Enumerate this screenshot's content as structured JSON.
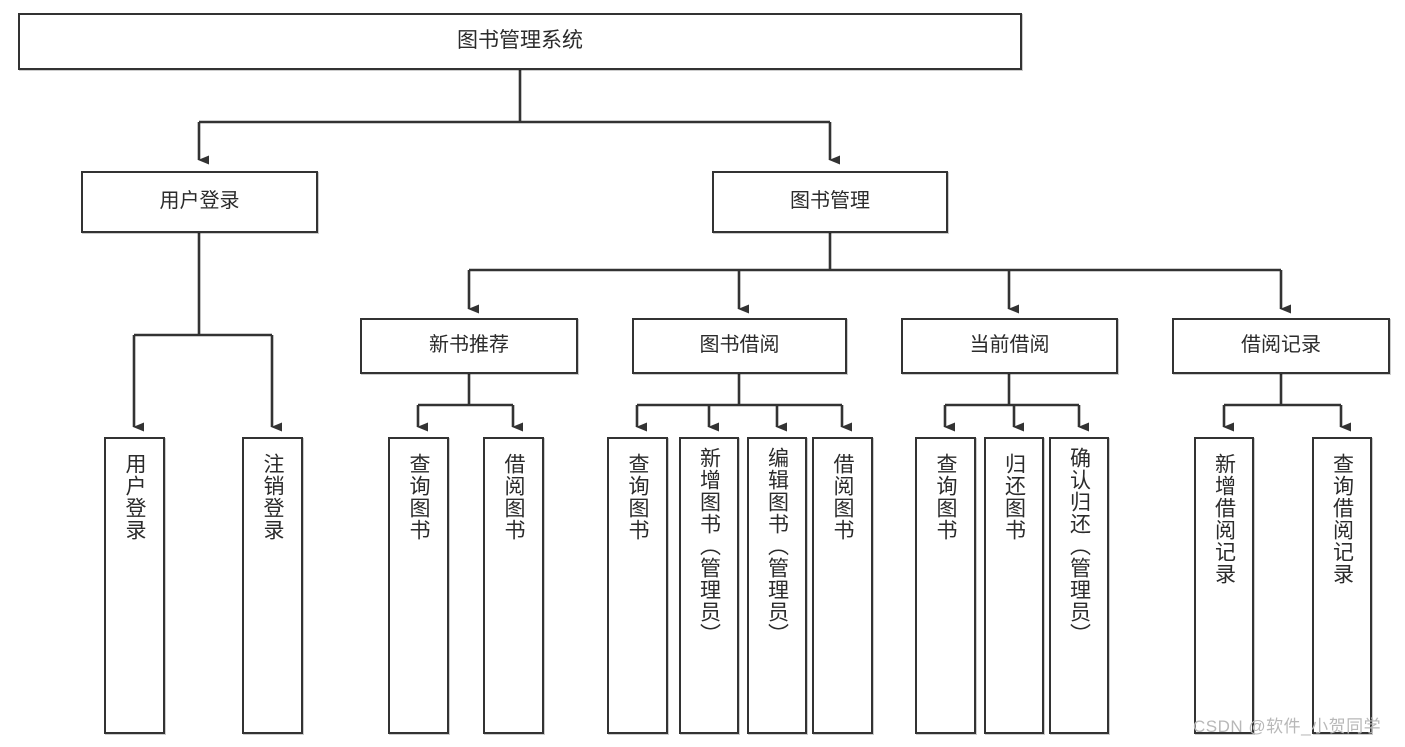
{
  "diagram": {
    "type": "tree-hierarchy-diagram",
    "title": "图书管理系统",
    "style": {
      "box_border": "#333333",
      "box_fill": "#ffffff",
      "text_color": "#2b2b2b",
      "connector_color": "#333333",
      "canvas": "#ffffff",
      "watermark_color": "#b8b8b8"
    },
    "watermark": "CSDN @软件_小贺同学",
    "levels": 3,
    "nodes": {
      "root": {
        "label": "图书管理系统"
      },
      "level1": [
        {
          "id": "user-login",
          "label": "用户登录"
        },
        {
          "id": "book-management",
          "label": "图书管理"
        }
      ],
      "level2": [
        {
          "id": "new-book-recommend",
          "label": "新书推荐",
          "parent": "book-management"
        },
        {
          "id": "book-borrow",
          "label": "图书借阅",
          "parent": "book-management"
        },
        {
          "id": "current-borrow",
          "label": "当前借阅",
          "parent": "book-management"
        },
        {
          "id": "borrow-record",
          "label": "借阅记录",
          "parent": "book-management"
        }
      ],
      "leaves": [
        {
          "id": "leaf-user-login",
          "label": "用户登录",
          "parent": "user-login"
        },
        {
          "id": "leaf-logout-login",
          "label": "注销登录",
          "parent": "user-login"
        },
        {
          "id": "leaf-query-book-1",
          "label": "查询图书",
          "parent": "new-book-recommend"
        },
        {
          "id": "leaf-borrow-book-1",
          "label": "借阅图书",
          "parent": "new-book-recommend"
        },
        {
          "id": "leaf-query-book-2",
          "label": "查询图书",
          "parent": "book-borrow"
        },
        {
          "id": "leaf-add-book",
          "label": "新增图书（管理员）",
          "parent": "book-borrow"
        },
        {
          "id": "leaf-edit-book",
          "label": "编辑图书（管理员）",
          "parent": "book-borrow"
        },
        {
          "id": "leaf-borrow-book-2",
          "label": "借阅图书",
          "parent": "book-borrow"
        },
        {
          "id": "leaf-query-book-3",
          "label": "查询图书",
          "parent": "current-borrow"
        },
        {
          "id": "leaf-return-book",
          "label": "归还图书",
          "parent": "current-borrow"
        },
        {
          "id": "leaf-confirm-return",
          "label": "确认归还（管理员）",
          "parent": "current-borrow"
        },
        {
          "id": "leaf-add-borrow-record",
          "label": "新增借阅记录",
          "parent": "borrow-record"
        },
        {
          "id": "leaf-query-borrow-record",
          "label": "查询借阅记录",
          "parent": "borrow-record"
        }
      ]
    }
  }
}
